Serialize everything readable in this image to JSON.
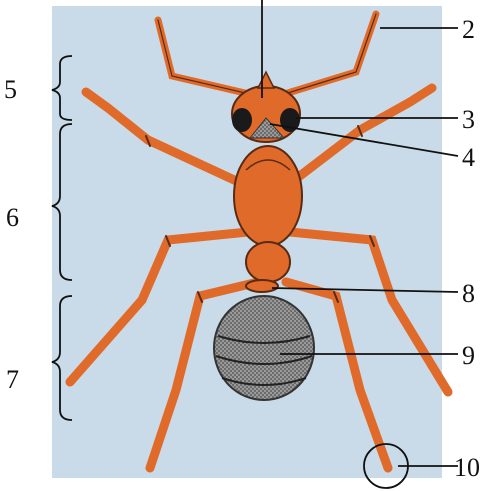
{
  "diagram": {
    "colors": {
      "background": "#c9dbe8",
      "body_orange": "#e06a2a",
      "body_outline": "#5a2a12",
      "abdomen_gray": "#8a8a8a",
      "line": "#111111"
    },
    "labels": [
      {
        "id": "label-2",
        "text": "2"
      },
      {
        "id": "label-3",
        "text": "3"
      },
      {
        "id": "label-4",
        "text": "4"
      },
      {
        "id": "label-5",
        "text": "5"
      },
      {
        "id": "label-6",
        "text": "6"
      },
      {
        "id": "label-7",
        "text": "7"
      },
      {
        "id": "label-8",
        "text": "8"
      },
      {
        "id": "label-9",
        "text": "9"
      },
      {
        "id": "label-10",
        "text": "10"
      }
    ]
  }
}
